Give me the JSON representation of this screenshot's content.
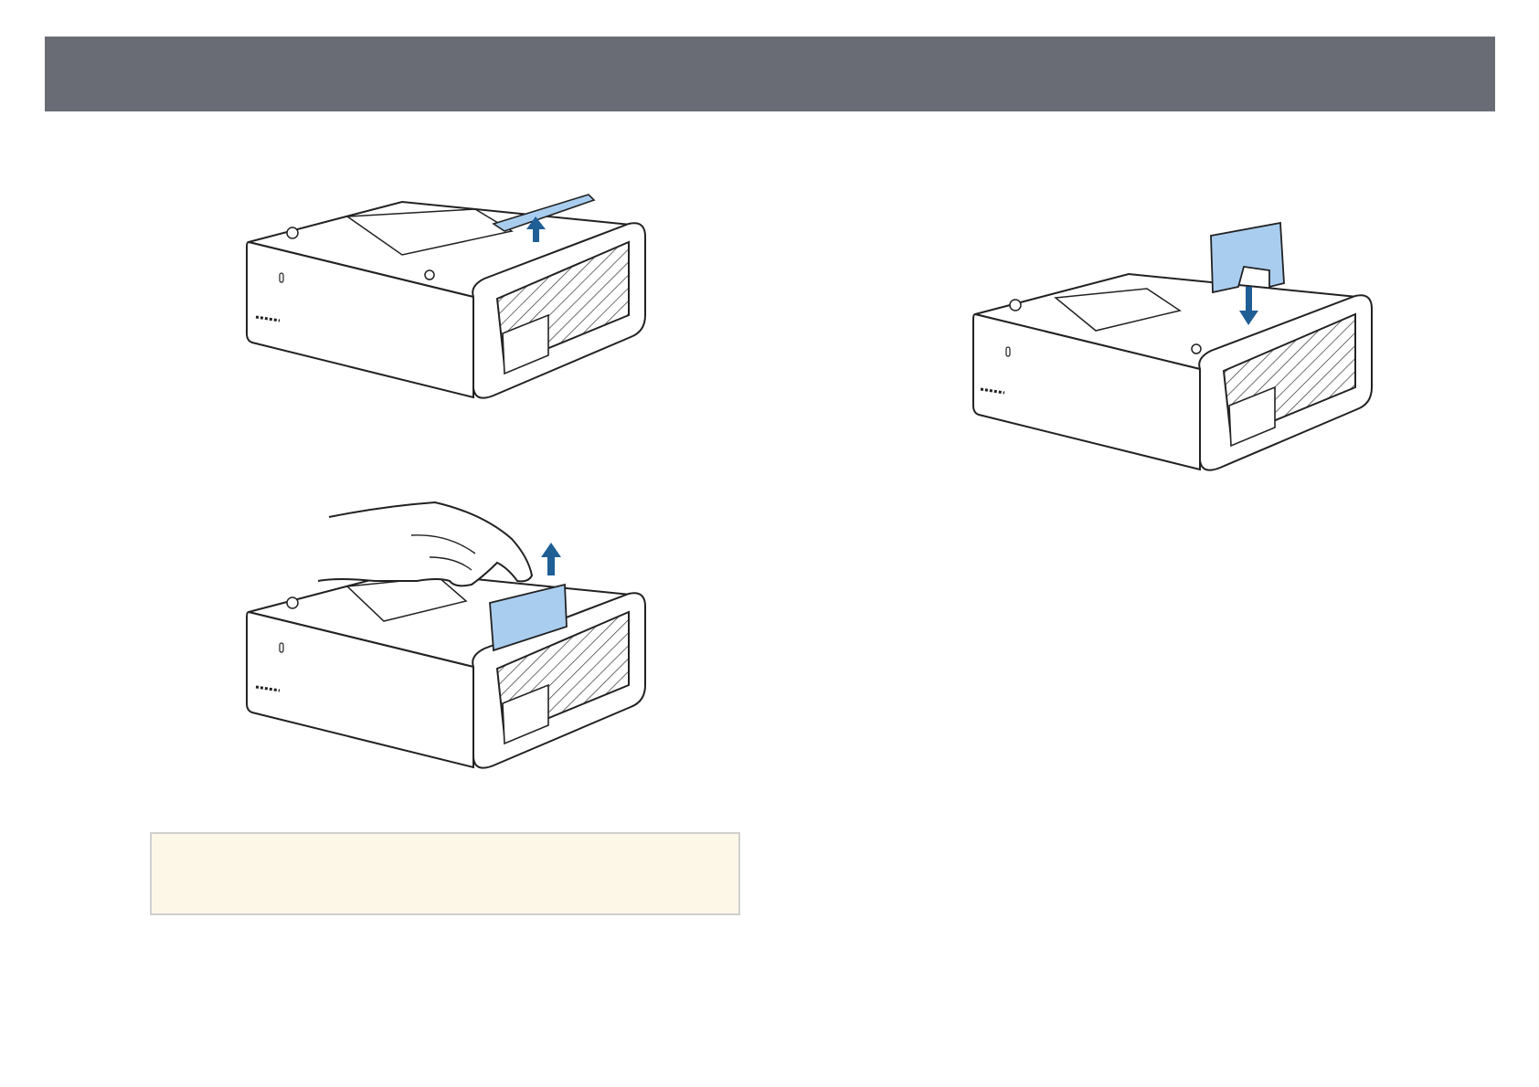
{
  "header": {
    "title": ""
  },
  "note": {
    "text": ""
  },
  "colors": {
    "header_bg": "#696c74",
    "filter_blue": "#a9cdef",
    "arrow_blue": "#1f5f96",
    "note_bg": "#fdf7e8"
  },
  "figures": [
    {
      "name": "projector-cover-removal-figure",
      "icon": "up-arrow-icon"
    },
    {
      "name": "air-filter-removal-figure",
      "icon": "up-arrow-icon"
    },
    {
      "name": "air-filter-insert-figure",
      "icon": "down-arrow-icon"
    }
  ]
}
